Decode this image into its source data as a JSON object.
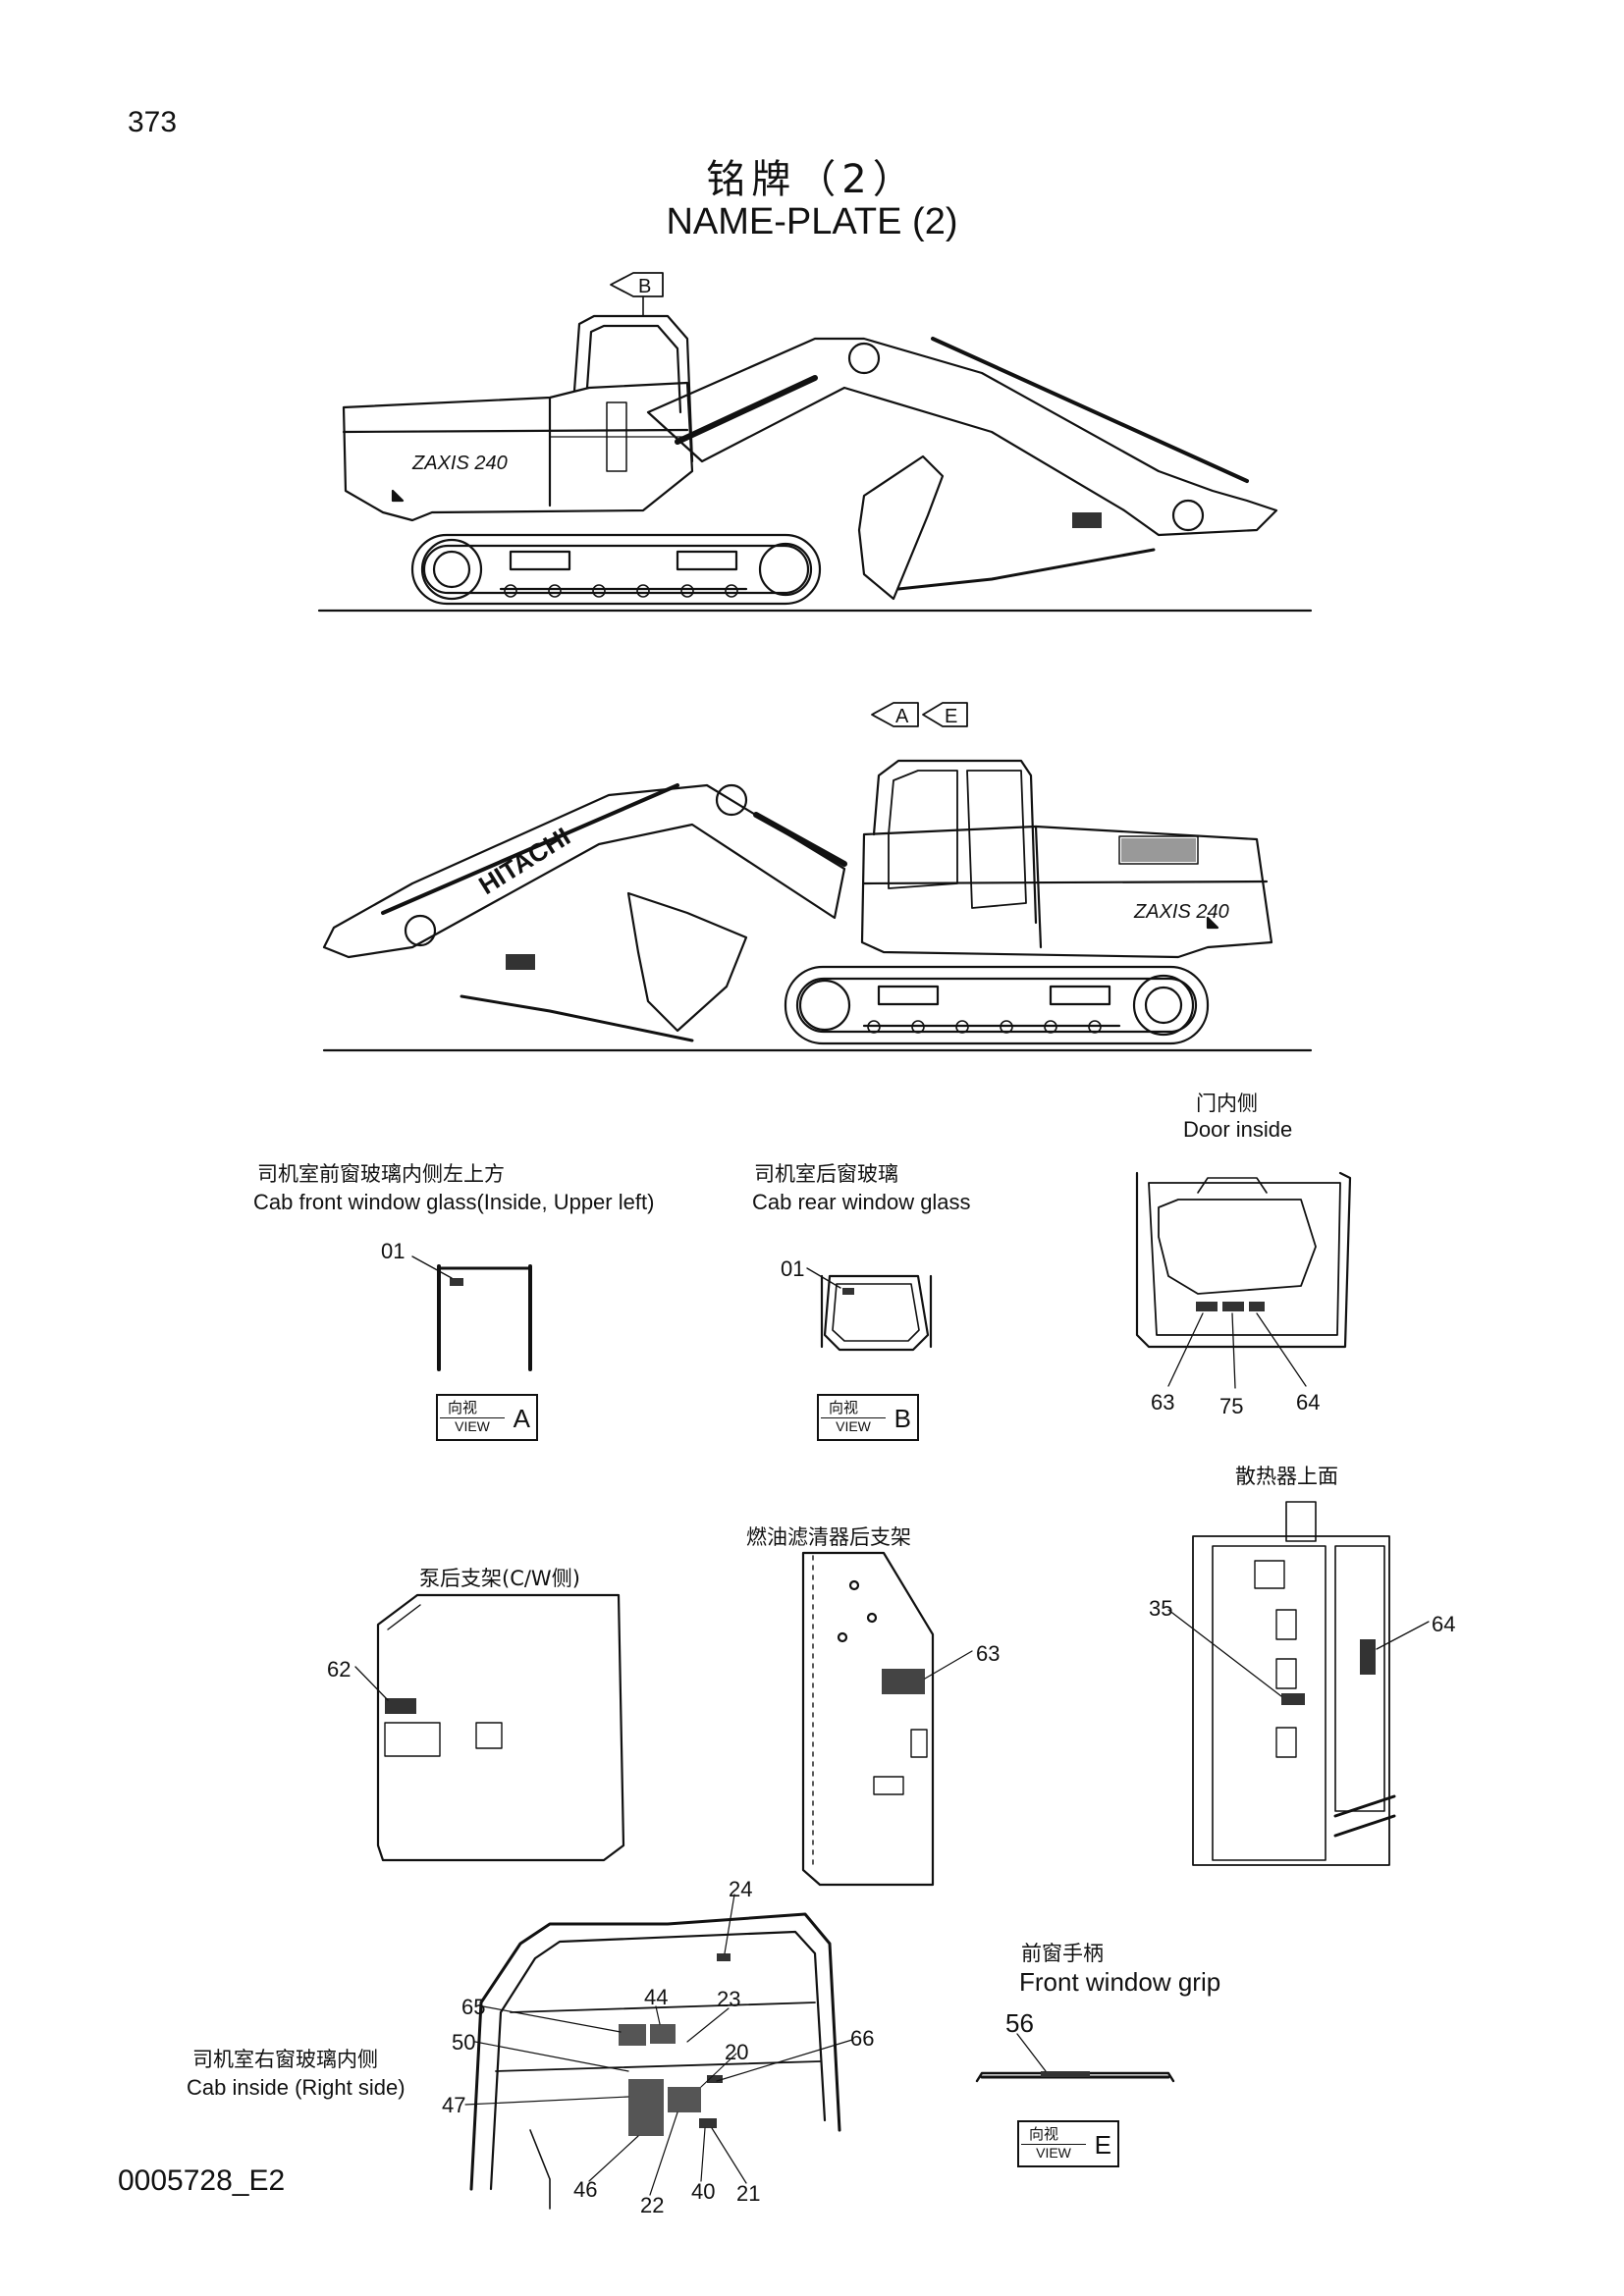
{
  "page_number": "373",
  "title_cn": "铭牌（2）",
  "title_en": "NAME-PLATE (2)",
  "top_machine": {
    "view_marker": "B",
    "model_text": "ZAXIS 240"
  },
  "bottom_machine": {
    "view_markers": [
      "A",
      "E"
    ],
    "brand_text": "HITACHI",
    "model_text": "ZAXIS 240"
  },
  "panels": {
    "front_glass": {
      "cn": "司机室前窗玻璃内侧左上方",
      "en": "Cab front window glass(Inside, Upper left)",
      "callout": "01",
      "view_cn": "向视",
      "view_en": "VIEW",
      "view_letter": "A"
    },
    "rear_glass": {
      "cn": "司机室后窗玻璃",
      "en": "Cab rear window glass",
      "callout": "01",
      "view_cn": "向视",
      "view_en": "VIEW",
      "view_letter": "B"
    },
    "door_inside": {
      "cn": "门内侧",
      "en": "Door inside",
      "callouts": [
        "63",
        "75",
        "64"
      ]
    },
    "radiator_top": {
      "cn": "散热器上面",
      "callouts": [
        "35",
        "64"
      ]
    },
    "fuel_filter": {
      "cn": "燃油滤清器后支架",
      "callouts": [
        "63"
      ]
    },
    "pump_bracket": {
      "cn": "泵后支架(C/W侧)",
      "callouts": [
        "62"
      ]
    },
    "cab_inside": {
      "cn": "司机室右窗玻璃内侧",
      "en": "Cab inside (Right side)",
      "callouts": [
        "24",
        "65",
        "44",
        "23",
        "50",
        "20",
        "66",
        "47",
        "46",
        "22",
        "40",
        "21"
      ]
    },
    "front_grip": {
      "cn": "前窗手柄",
      "en": "Front window grip",
      "callout": "56",
      "view_cn": "向视",
      "view_en": "VIEW",
      "view_letter": "E"
    }
  },
  "doc_code": "0005728_E2"
}
